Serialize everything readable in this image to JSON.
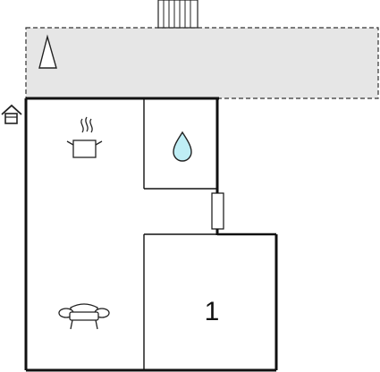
{
  "floorplan": {
    "rooms": [
      {
        "id": "kitchen",
        "icon": "cooking-pot-icon"
      },
      {
        "id": "bathroom",
        "icon": "water-drop-icon"
      },
      {
        "id": "bedroom",
        "label": "1"
      },
      {
        "id": "living",
        "icon": "sofa-icon"
      }
    ],
    "outdoor": {
      "terrace_icon": "tree-icon",
      "stairs_icon": "stairs-icon",
      "entrance_icon": "entrance-house-icon"
    },
    "colors": {
      "wall": "#111111",
      "terrace_fill": "#e6e6e6",
      "water": "#bfeef5"
    }
  }
}
